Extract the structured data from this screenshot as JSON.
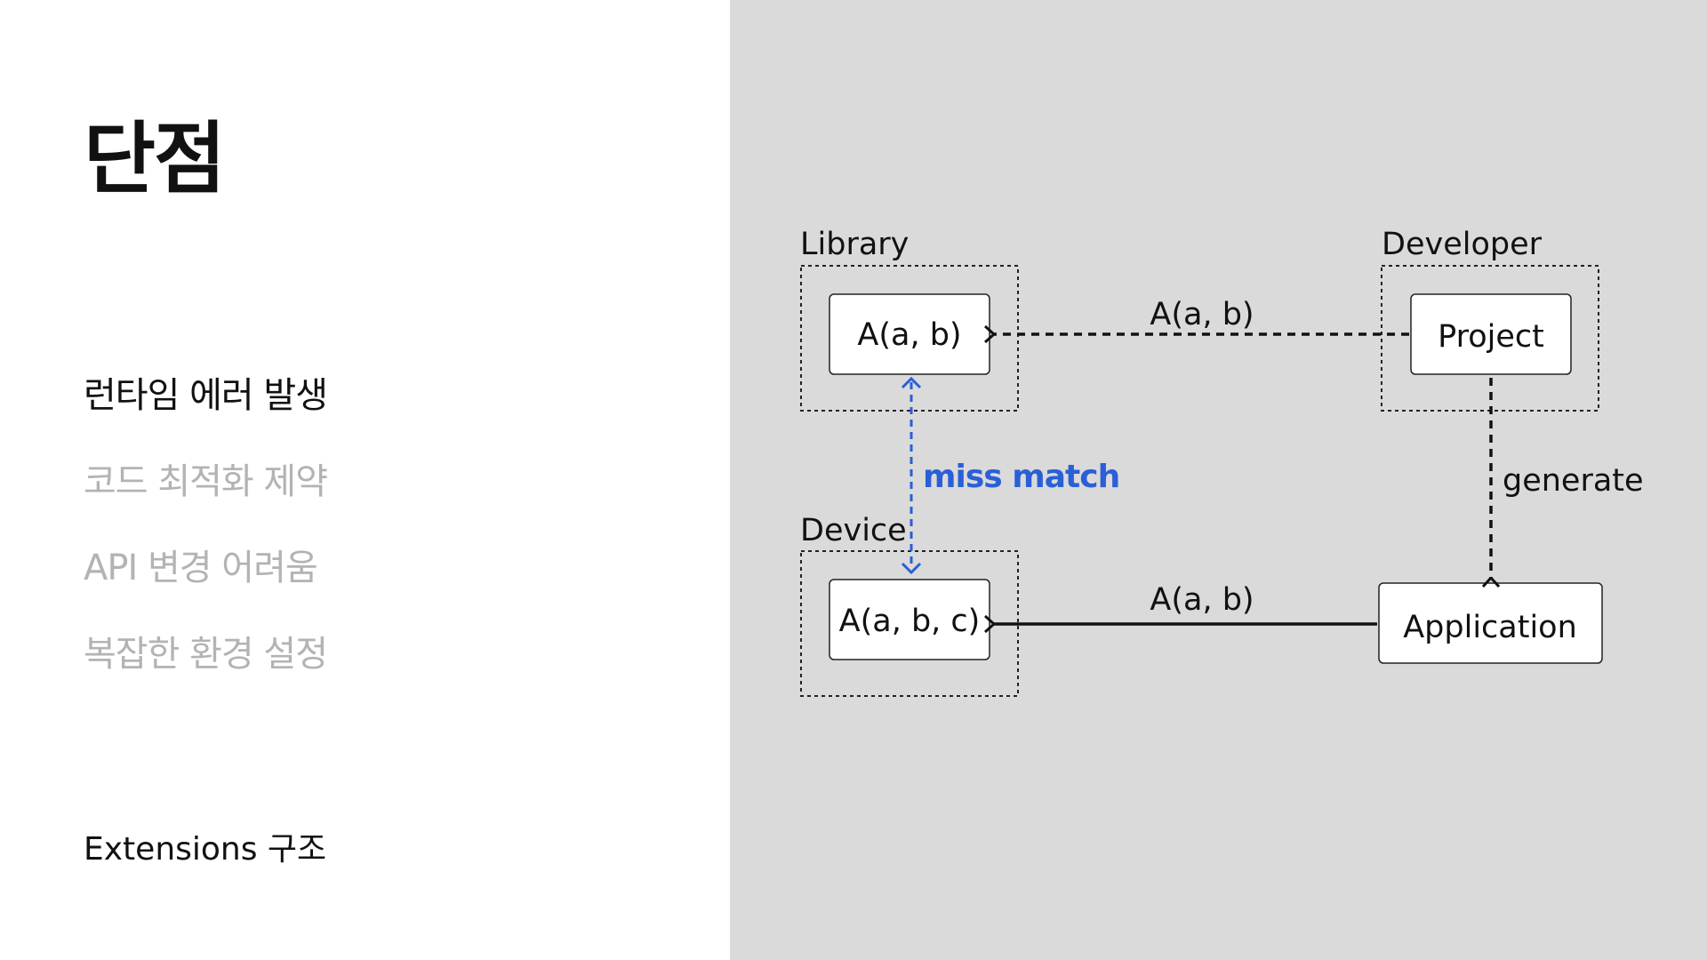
{
  "slide": {
    "title": "단점",
    "items": [
      "런타임 에러 발생",
      "코드 최적화 제약",
      "API 변경 어려움",
      "복잡한 환경 설정"
    ],
    "active_index": 0,
    "footer": "Extensions 구조"
  },
  "diagram": {
    "groups": {
      "library": "Library",
      "developer": "Developer",
      "device": "Device"
    },
    "boxes": {
      "library_func": "A(a, b)",
      "project": "Project",
      "device_func": "A(a, b, c)",
      "application": "Application"
    },
    "edges": {
      "project_to_library": "A(a, b)",
      "generate": "generate",
      "app_to_device": "A(a, b)",
      "mismatch": "miss match"
    }
  },
  "colors": {
    "right_background": "#dadada",
    "accent_blue": "#2a5fd8",
    "inactive_text": "#b3b3b3",
    "text": "#111111"
  }
}
